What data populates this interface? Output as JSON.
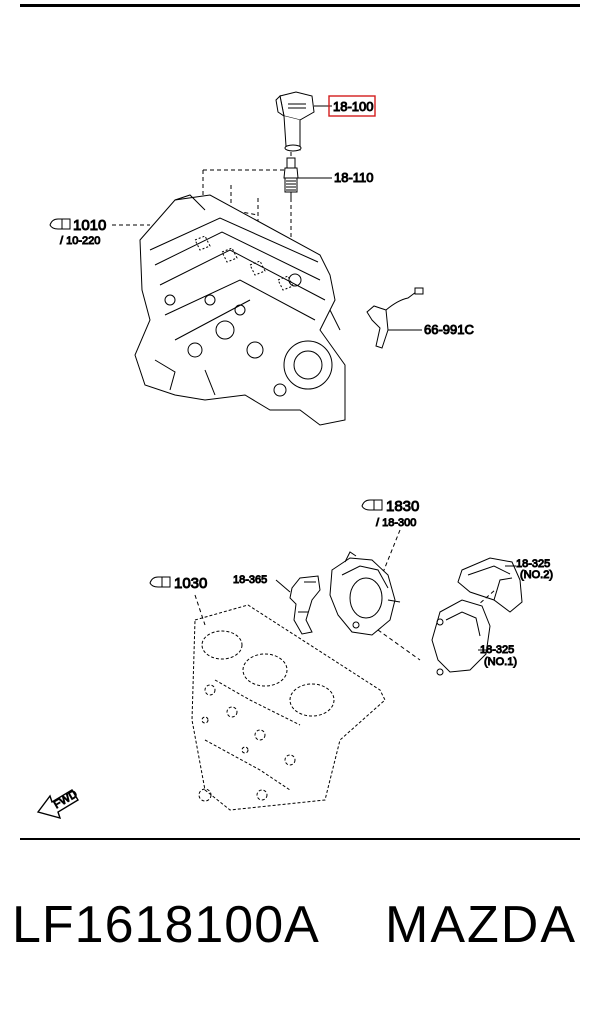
{
  "callouts": {
    "ignition_coil": "18-100",
    "spark_plug": "18-110",
    "engine_ref_a": "1010",
    "engine_ref_a_sub": "/ 10-220",
    "sensor": "66-991C",
    "cover_ref": "1830",
    "cover_ref_sub": "/ 18-300",
    "bracket": "18-365",
    "head_ref": "1030",
    "cap_no2": "18-325",
    "cap_no2_note": "(NO.2)",
    "cap_no1": "18-325",
    "cap_no1_note": "(NO.1)",
    "fwd": "FWD"
  },
  "footer": {
    "part_number": "LF1618100A",
    "brand": "MAZDA"
  },
  "colors": {
    "highlight": "#d21c1c",
    "ink": "#000000"
  }
}
